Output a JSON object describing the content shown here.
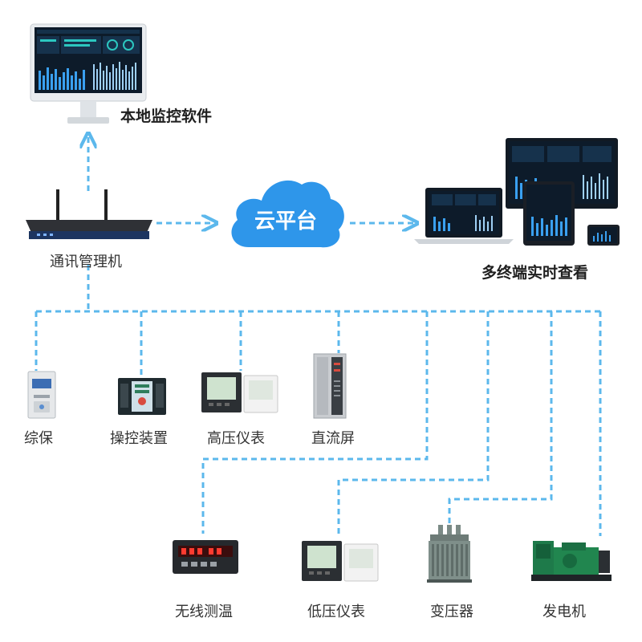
{
  "colors": {
    "link": "#5cb8ec",
    "cloud": "#2e96ea",
    "screen": "#0d1b2a"
  },
  "top": {
    "local_software": "本地监控软件",
    "gateway": "通讯管理机",
    "cloud": "云平台",
    "multi_terminal": "多终端实时查看"
  },
  "devices_row1": [
    "综保",
    "操控装置",
    "高压仪表",
    "直流屏"
  ],
  "devices_row2": [
    "无线测温",
    "低压仪表",
    "变压器",
    "发电机"
  ],
  "icons": {
    "local_software": "desktop-monitor-icon",
    "gateway": "router-icon",
    "cloud": "cloud-icon",
    "multi_terminal": "multi-device-icon",
    "devices_row1": [
      "protection-relay-icon",
      "control-panel-icon",
      "power-meter-icon",
      "dc-cabinet-icon"
    ],
    "devices_row2": [
      "temperature-controller-icon",
      "power-meter-icon",
      "transformer-icon",
      "generator-icon"
    ]
  }
}
